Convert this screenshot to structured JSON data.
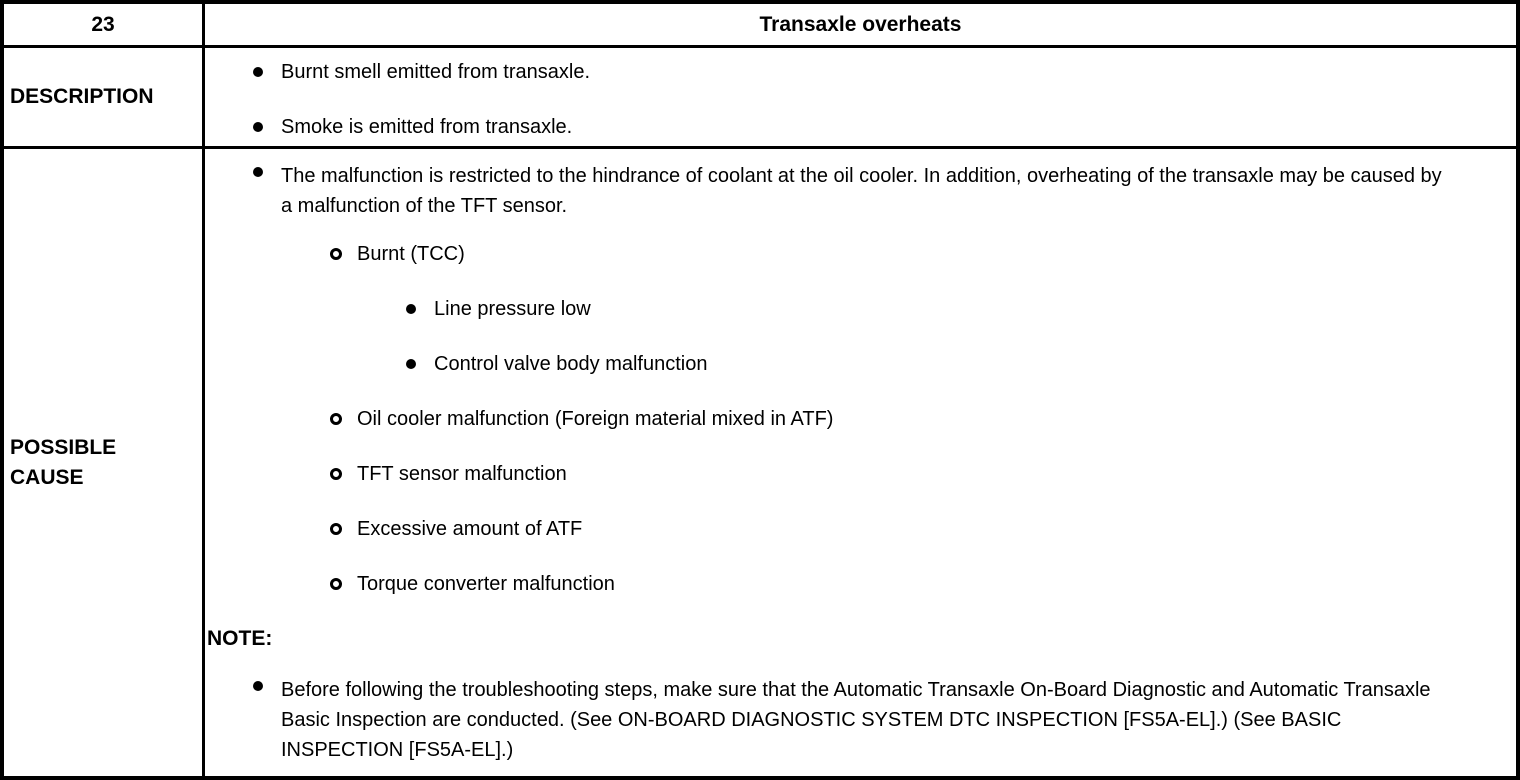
{
  "table": {
    "header": {
      "number": "23",
      "title": "Transaxle overheats"
    },
    "description": {
      "label": "DESCRIPTION",
      "items": [
        "Burnt smell emitted from transaxle.",
        "Smoke is emitted from transaxle."
      ]
    },
    "possible_cause": {
      "label": "POSSIBLE CAUSE",
      "intro": "The malfunction is restricted to the hindrance of coolant at the oil cooler. In addition, overheating of the transaxle may be caused by a malfunction of the TFT sensor.",
      "causes": [
        {
          "text": "Burnt (TCC)",
          "children": [
            "Line pressure low",
            "Control valve body malfunction"
          ]
        },
        {
          "text": "Oil cooler malfunction (Foreign material mixed in ATF)",
          "children": []
        },
        {
          "text": "TFT sensor malfunction",
          "children": []
        },
        {
          "text": "Excessive amount of ATF",
          "children": []
        },
        {
          "text": "Torque converter malfunction",
          "children": []
        }
      ],
      "note": {
        "label": "NOTE:",
        "items": [
          "Before following the troubleshooting steps, make sure that the Automatic Transaxle On-Board Diagnostic and Automatic Transaxle Basic Inspection are conducted. (See ON-BOARD DIAGNOSTIC SYSTEM DTC INSPECTION [FS5A-EL].) (See BASIC INSPECTION [FS5A-EL].)"
        ]
      }
    }
  },
  "colors": {
    "border": "#000000",
    "text": "#000000",
    "background": "#ffffff"
  }
}
